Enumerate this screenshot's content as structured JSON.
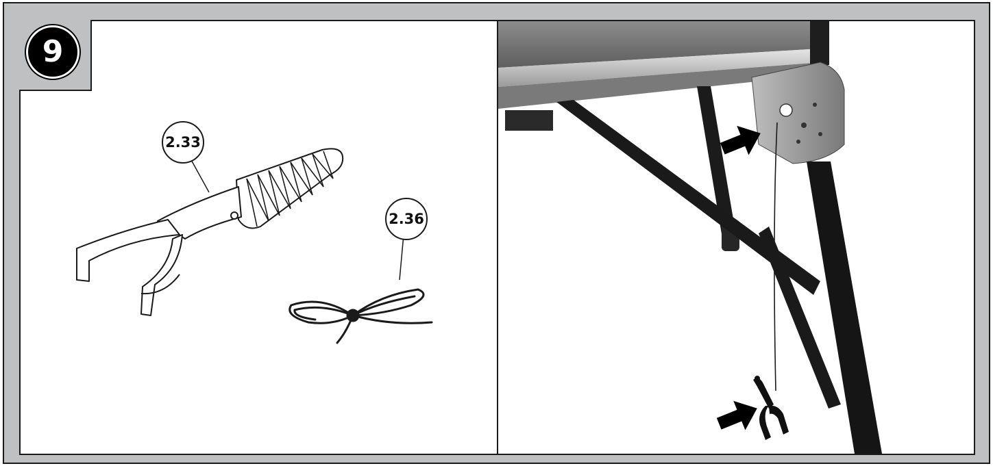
{
  "step": {
    "number": "9"
  },
  "parts": [
    {
      "id": "2.33",
      "label": "2.33"
    },
    {
      "id": "2.36",
      "label": "2.36"
    }
  ],
  "icons": {
    "pointer": "arrow-right-icon"
  },
  "colors": {
    "frame": "#bfc0c2",
    "ink": "#1a1a1a",
    "paper": "#ffffff"
  }
}
